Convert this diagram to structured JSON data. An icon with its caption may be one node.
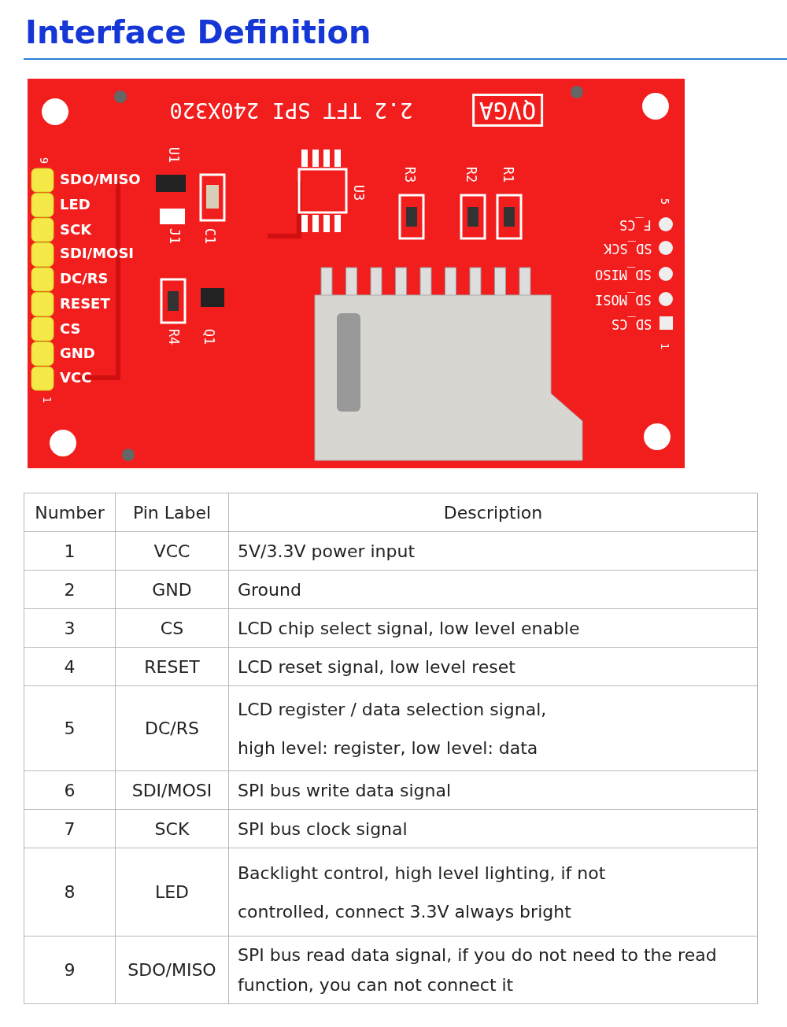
{
  "diagram": {
    "title": "Interface Definition",
    "labels": [
      "2.2 TFT SPI 240X320",
      "QVGA",
      "9",
      "U1",
      "SDO/MISO",
      "U3",
      "R3",
      "R2",
      "R1",
      "LED",
      "J1",
      "C1",
      "5",
      "SCK",
      "F_CS",
      "SD_SCK",
      "SDI/MOSI",
      "SD_MISO",
      "DC/RS",
      "RESET",
      "SD_MOSI",
      "R4",
      "Q1",
      "SD_CS",
      "1",
      "CS",
      "GND",
      "VCC",
      "1",
      "Number",
      "Pin Label",
      "Description",
      "1",
      "VCC",
      "5V/3.3V power input",
      "2",
      "GND",
      "Ground",
      "3",
      "CS",
      "LCD chip select signal, low level enable",
      "4",
      "RESET",
      "LCD reset signal, low level reset",
      "5",
      "DC/RS",
      "LCD register / data selection signal, high level: register, low level: data",
      "6",
      "SDI/MOSI",
      "SPI bus write data signal",
      "7",
      "SCK",
      "SPI bus clock signal",
      "8",
      "LED",
      "Backlight control, high level lighting, if not controlled, connect 3.3V always bright",
      "9",
      "SDO/MISO",
      "SPI bus read data signal, if you do not need to the read function, you can not connect it"
    ]
  }
}
